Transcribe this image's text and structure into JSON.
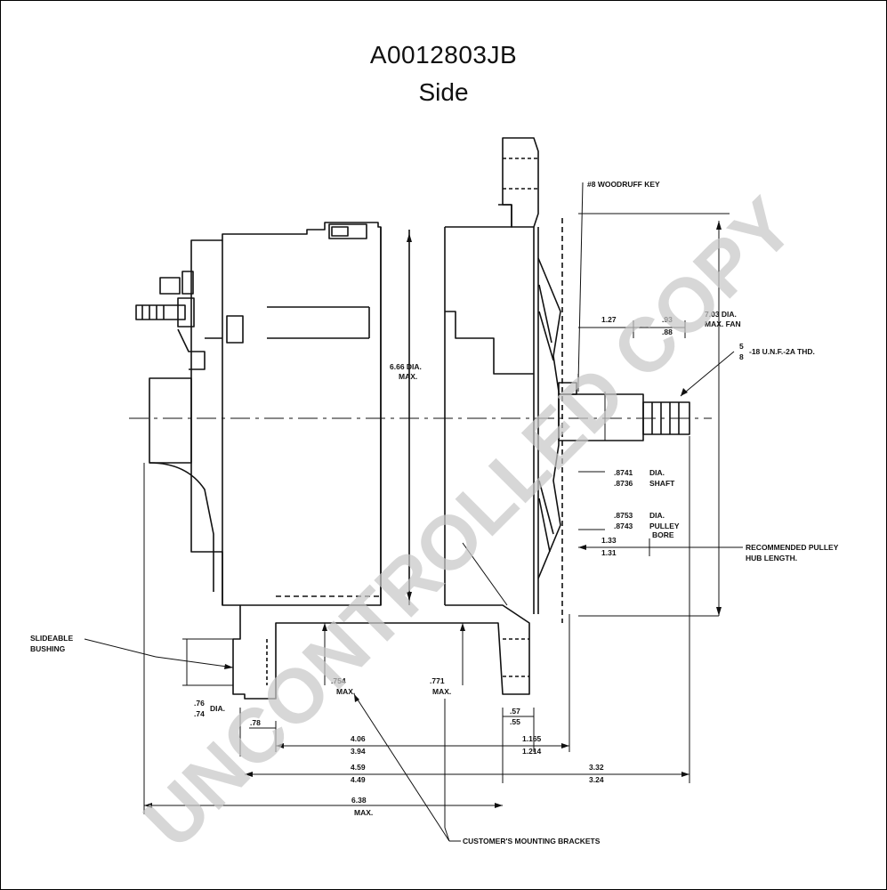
{
  "title": {
    "part_number": "A0012803JB",
    "view": "Side"
  },
  "labels": {
    "woodruff_key": "#8 WOODRUFF KEY",
    "fan_dia": "7.03 DIA.",
    "fan_dia_sub": "MAX. FAN",
    "thread_frac_top": "5",
    "thread_frac_bot": "8",
    "thread": "-18 U.N.F.-2A THD.",
    "body_dia": "6.66 DIA.",
    "body_dia_sub": "MAX.",
    "dim_127": "1.27",
    "dim_93": ".93",
    "dim_88": ".88",
    "shaft_dia_top": ".8741",
    "shaft_dia_bot": ".8736",
    "shaft_dia_word": "DIA.",
    "shaft_word": "SHAFT",
    "bore_dia_top": ".8753",
    "bore_dia_bot": ".8743",
    "bore_dia_word": "DIA.",
    "pulley_word": "PULLEY",
    "bore_word": "BORE",
    "hub_top": "1.33",
    "hub_bot": "1.31",
    "hub_text_1": "RECOMMENDED PULLEY",
    "hub_text_2": "HUB LENGTH.",
    "slide_1": "SLIDEABLE",
    "slide_2": "BUSHING",
    "bush_dia_top": ".76",
    "bush_dia_bot": ".74",
    "bush_dia_word": "DIA.",
    "dim_754": ".754",
    "dim_754_max": "MAX.",
    "dim_771": ".771",
    "dim_771_max": "MAX.",
    "dim_78": ".78",
    "dim_57": ".57",
    "dim_55": ".55",
    "dim_406": "4.06",
    "dim_394": "3.94",
    "dim_1165": "1.165",
    "dim_1214": "1.214",
    "dim_459": "4.59",
    "dim_449": "4.49",
    "dim_332": "3.32",
    "dim_324": "3.24",
    "dim_638": "6.38",
    "dim_638_max": "MAX.",
    "brackets": "CUSTOMER'S MOUNTING BRACKETS"
  },
  "watermark": "UNCONTROLLED COPY"
}
